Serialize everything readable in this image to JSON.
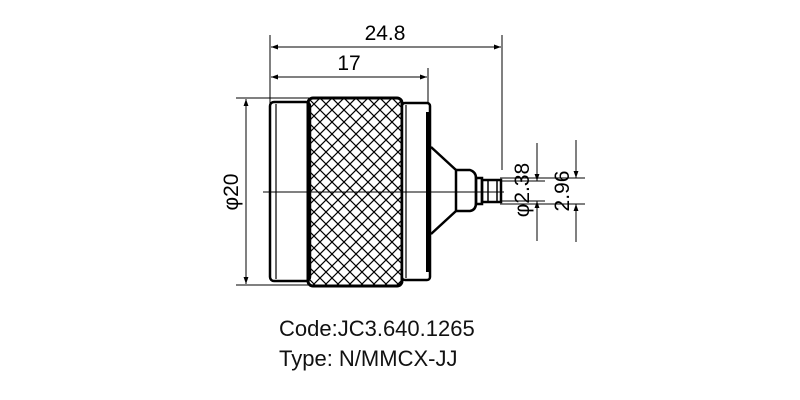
{
  "drawing": {
    "dimensions": {
      "overall_length": "24.8",
      "body_length": "17",
      "body_diameter": "φ20",
      "pin_diameter": "φ2.38",
      "tip_diameter": "2.96"
    },
    "colors": {
      "line": "#000000",
      "background": "#ffffff"
    }
  },
  "caption": {
    "code": "Code:JC3.640.1265",
    "type": "Type: N/MMCX-JJ"
  }
}
